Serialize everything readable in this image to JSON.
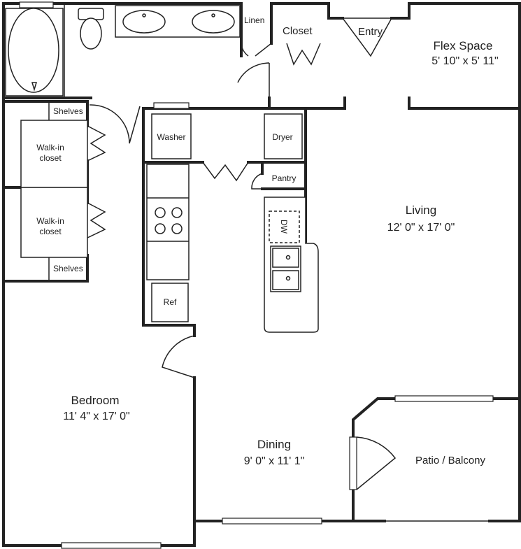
{
  "rooms": {
    "flex": {
      "name": "Flex Space",
      "dim": "5' 10\" x 5' 11\""
    },
    "living": {
      "name": "Living",
      "dim": "12' 0\" x 17' 0\""
    },
    "bedroom": {
      "name": "Bedroom",
      "dim": "11' 4\" x 17' 0\""
    },
    "dining": {
      "name": "Dining",
      "dim": "9' 0\" x 11' 1\""
    },
    "patio": {
      "name": "Patio / Balcony"
    }
  },
  "labels": {
    "linen": "Linen",
    "closet": "Closet",
    "entry": "Entry",
    "shelves_top": "Shelves",
    "shelves_bottom": "Shelves",
    "walkin_top_1": "Walk-in",
    "walkin_top_2": "closet",
    "walkin_bottom_1": "Walk-in",
    "walkin_bottom_2": "closet",
    "washer": "Washer",
    "dryer": "Dryer",
    "pantry": "Pantry",
    "dishwasher": "DW",
    "ref": "Ref"
  }
}
